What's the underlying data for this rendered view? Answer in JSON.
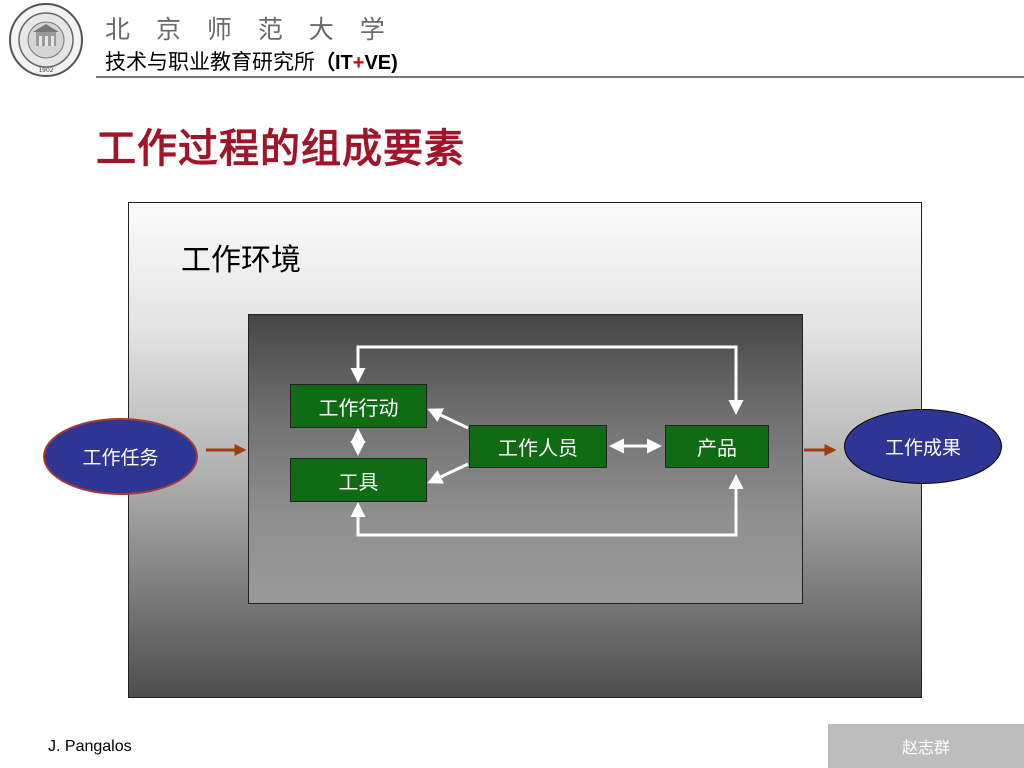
{
  "header": {
    "university_name": "北 京 师 范 大 学",
    "institute_name": "技术与职业教育研究所",
    "abbr_open": "（IT",
    "abbr_plus": "+",
    "abbr_close": "VE)",
    "logo": {
      "text_top": "BEIJING NORMAL UNIVERSITY",
      "year": "1902"
    }
  },
  "slide": {
    "title": "工作过程的组成要素",
    "environment_label": "工作环境"
  },
  "diagram": {
    "input": "工作任务",
    "output": "工作成果",
    "action": "工作行动",
    "tool": "工具",
    "worker": "工作人员",
    "product": "产品"
  },
  "colors": {
    "title": "#a0152a",
    "green_box": "#0f6b14",
    "ellipse": "#2f3592",
    "flow_arrow": "#a03c14"
  },
  "footer": {
    "author": "J. Pangalos",
    "presenter": "赵志群"
  }
}
